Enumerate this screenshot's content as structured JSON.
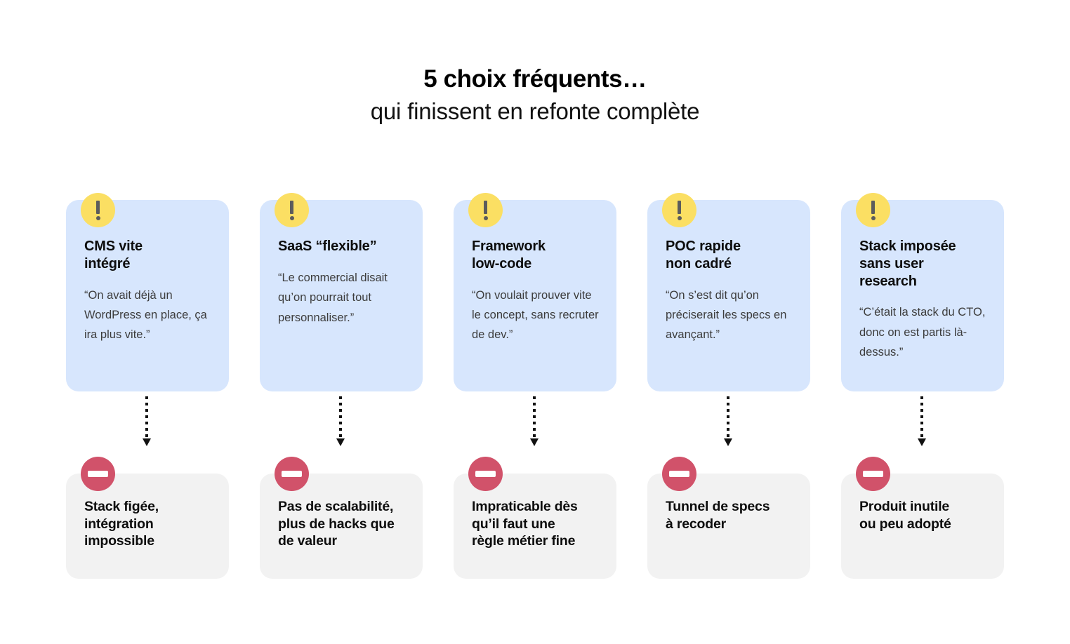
{
  "header": {
    "title_main": "5 choix fréquents…",
    "title_sub": "qui finissent en refonte complète"
  },
  "colors": {
    "cause_card_bg": "#d7e6fd",
    "result_card_bg": "#f2f2f2",
    "warning_badge": "#fbdf63",
    "warning_glyph": "#5c5c5c",
    "stop_badge": "#d1526a",
    "stop_glyph": "#ffffff",
    "page_bg": "#ffffff",
    "text_primary": "#0d0d0d",
    "text_quote": "#3c3c3c",
    "connector": "#111111"
  },
  "icons": {
    "warning": "exclamation-icon",
    "stop": "no-entry-icon",
    "connector": "dotted-arrow-down-icon"
  },
  "columns": [
    {
      "cause_title": "CMS vite\nintégré",
      "cause_quote": "“On avait déjà un WordPress en place, ça ira plus vite.”",
      "result_text": "Stack figée,\nintégration\nimpossible"
    },
    {
      "cause_title": "SaaS “flexible”",
      "cause_quote": "“Le commercial disait qu’on pourrait tout personnaliser.”",
      "result_text": "Pas de scalabilité,\nplus de hacks que\nde valeur"
    },
    {
      "cause_title": "Framework\nlow-code",
      "cause_quote": "“On voulait prouver vite le concept, sans recruter de dev.”",
      "result_text": "Impraticable dès\nqu’il faut une\nrègle métier fine"
    },
    {
      "cause_title": "POC rapide\nnon cadré",
      "cause_quote": "“On s’est dit qu’on préciserait les specs en avançant.”",
      "result_text": "Tunnel de specs\nà recoder"
    },
    {
      "cause_title": "Stack imposée\nsans user\nresearch",
      "cause_quote": "“C’était la stack du CTO, donc on est partis là-dessus.”",
      "result_text": "Produit inutile\nou peu adopté"
    }
  ]
}
